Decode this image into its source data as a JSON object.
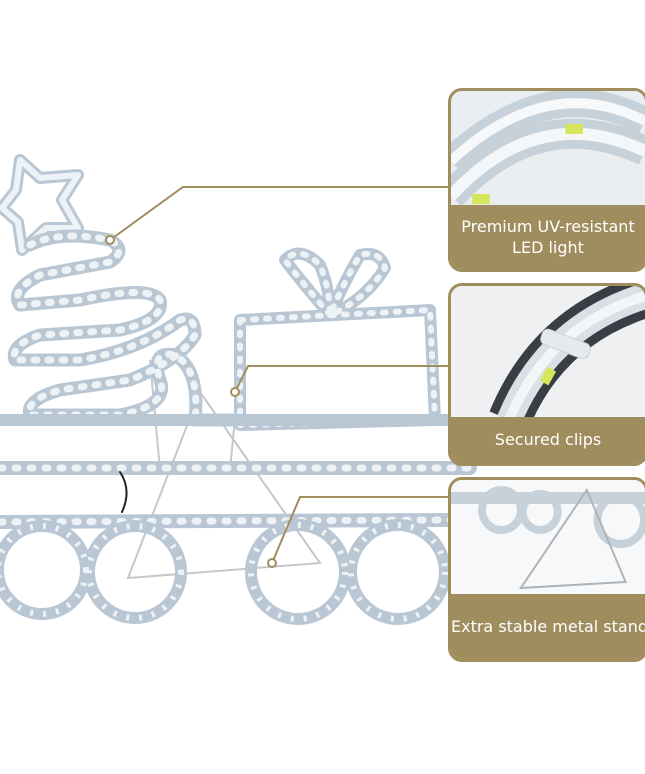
{
  "callouts": [
    {
      "title": "Premium UV-resistant",
      "subtitle": "LED light"
    },
    {
      "title": "Secured clips",
      "subtitle": ""
    },
    {
      "title": "Extra stable metal stand",
      "subtitle": ""
    }
  ],
  "colors": {
    "accent": "#a08d5e",
    "tube_outline": "#b9c7d4",
    "tube_fill": "#edf2f6",
    "led_blue": "#7fb6d6",
    "led_yellow": "#d6e65a",
    "frame": "#c4c8cc"
  },
  "icons": [
    "star-shape",
    "christmas-tree-shape",
    "gift-box-shape",
    "wheel-shape"
  ]
}
